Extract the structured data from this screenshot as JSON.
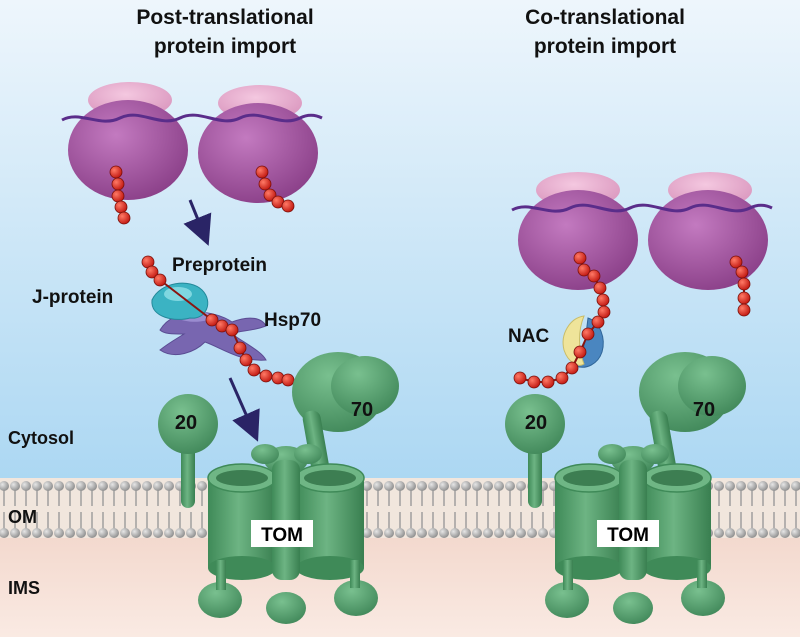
{
  "titles": {
    "post": [
      "Post-translational",
      "protein import"
    ],
    "co": [
      "Co-translational",
      "protein import"
    ]
  },
  "labels": {
    "preprotein": "Preprotein",
    "j_protein": "J-protein",
    "hsp70": "Hsp70",
    "nac": "NAC",
    "tom20": "20",
    "tom70": "70",
    "tom": "TOM"
  },
  "regions": {
    "cytosol": "Cytosol",
    "om": "OM",
    "ims": "IMS"
  },
  "colors": {
    "sky_top": "#eef6fc",
    "sky_bottom": "#a9d6f2",
    "ims": "#f7ddd3",
    "ribosome_large": "#a0549e",
    "ribosome_small": "#e6a9cc",
    "mrna": "#5a2d8a",
    "peptide": "#d6221b",
    "tom_green": "#4b9a66",
    "j_protein": "#3bb3c3",
    "hsp70": "#7866b0",
    "nac_yellow": "#efe49a",
    "nac_blue": "#4a86c0",
    "arrow": "#2a2466",
    "membrane_head": "#a8a8a8"
  }
}
